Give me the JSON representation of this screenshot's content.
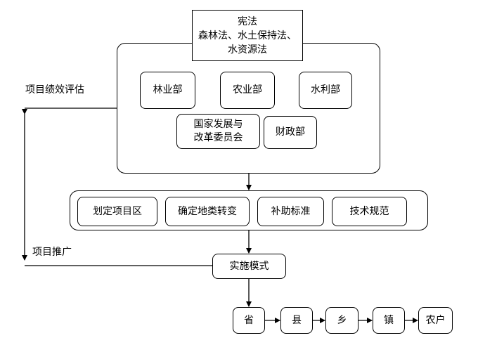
{
  "law_box": {
    "line1": "宪法",
    "line2": "森林法、水土保持法、",
    "line3": "水资源法"
  },
  "departments": [
    "林业部",
    "农业部",
    "水利部",
    "国家发展与改革委员会",
    "财政部"
  ],
  "ndrc_lines": [
    "国家发展与",
    "改革委员会"
  ],
  "measures": [
    "划定项目区",
    "确定地类转变",
    "补助标准",
    "技术规范"
  ],
  "mode": "实施模式",
  "levels": [
    "省",
    "县",
    "乡",
    "镇",
    "农户"
  ],
  "side_labels": {
    "evaluation": "项目绩效评估",
    "promotion": "项目推广"
  }
}
